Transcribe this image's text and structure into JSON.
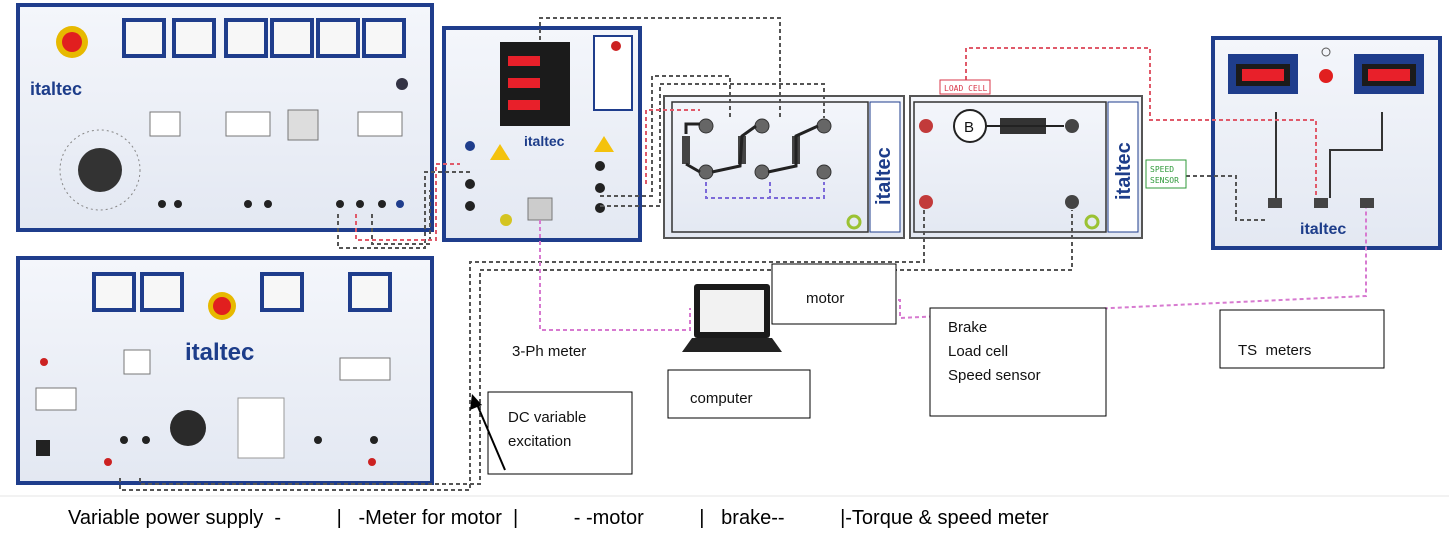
{
  "colors": {
    "panel_border": "#1f3d8c",
    "panel_fill": "#eef1f8",
    "cable_dark": "#555555",
    "cable_red": "#e05a6a",
    "cable_pink": "#d77ad0",
    "tag_red": "#d9374a",
    "tag_green": "#2f9a3a",
    "display_red": "#e8202a"
  },
  "brand": "italtec",
  "tags": {
    "load_cell": "LOAD CELL",
    "speed_sensor": "SPEED\nSENSOR"
  },
  "labels": {
    "motor": "motor",
    "three_ph_meter": "3-Ph meter",
    "computer": "computer",
    "brake_block": [
      "Brake",
      "Load cell",
      "Speed sensor"
    ],
    "ts_meters": "TS  meters",
    "dc_excitation": [
      "DC variable",
      "excitation"
    ]
  },
  "caption": "Variable power supply  -          |   -Meter for motor  |          - -motor          |   brake--          |-Torque & speed meter"
}
